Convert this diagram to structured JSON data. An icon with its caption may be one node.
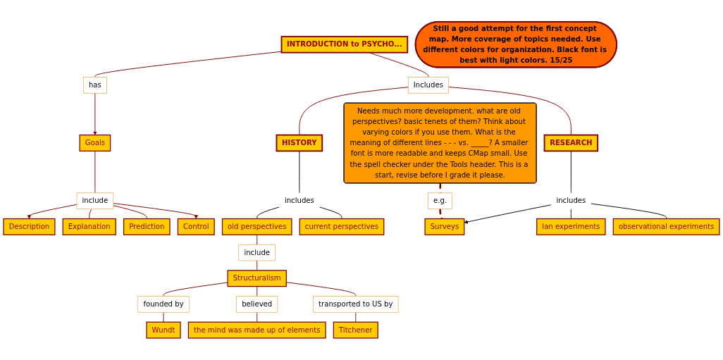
{
  "diagram": {
    "nodes": [
      {
        "text": [
          "Needs much more development. what are old perspectives? basic tenets of them? Think about varying colors if you use them. What is the meaning of different lines - - - vs. _____? A smaller font is more readable and keeps CMap small. Use the spell checker under the Tools header. This is a start, revise before I grade it please."
        ]
      },
      {
        "text": [
          "INTRODUCTION to PSYCHO..."
        ]
      },
      {
        "text": [
          "has"
        ]
      },
      {
        "text": [
          "Goals"
        ]
      },
      {
        "text": [
          "include"
        ]
      },
      {
        "text": [
          "Description"
        ]
      },
      {
        "text": [
          "Explanation"
        ]
      },
      {
        "text": [
          "Prediction"
        ]
      },
      {
        "text": [
          "Control"
        ]
      },
      {
        "text": [
          "Includes"
        ]
      },
      {
        "text": [
          "RESEARCH"
        ]
      },
      {
        "text": [
          "HISTORY"
        ]
      },
      {
        "text": [
          "Still a good attempt for the first concept map. More coverage of topics needed. Use different colors for organization. Black font is best with light colors. 15/25"
        ]
      },
      {
        "text": [
          "e.g."
        ]
      },
      {
        "text": [
          "includes"
        ]
      },
      {
        "text": [
          "includes"
        ]
      },
      {
        "text": [
          "old perspectives"
        ]
      },
      {
        "text": [
          "current perspectives"
        ]
      },
      {
        "text": [
          "Surveys"
        ]
      },
      {
        "text": [
          "lan experiments"
        ]
      },
      {
        "text": [
          "observational experiments"
        ]
      },
      {
        "text": [
          "include"
        ]
      },
      {
        "text": [
          "Structuralism"
        ]
      },
      {
        "text": [
          "founded by"
        ]
      },
      {
        "text": [
          "believed"
        ]
      },
      {
        "text": [
          "transported to US by"
        ]
      },
      {
        "text": [
          "Wundt"
        ]
      },
      {
        "text": [
          "the mind was made up of elements"
        ]
      },
      {
        "text": [
          "Titchener"
        ]
      }
    ],
    "edges": [
      {
        "from": 1,
        "to": 2,
        "arrow": "none"
      },
      {
        "from": 2,
        "to": 3,
        "arrow": "to"
      },
      {
        "from": 3,
        "to": 4,
        "arrow": "none"
      },
      {
        "from": 4,
        "to": 5,
        "arrow": "to"
      },
      {
        "from": 4,
        "to": 6,
        "arrow": "none"
      },
      {
        "from": 4,
        "to": 7,
        "arrow": "none"
      },
      {
        "from": 4,
        "to": 8,
        "arrow": "to"
      },
      {
        "from": 1,
        "to": 9,
        "arrow": "none"
      },
      {
        "from": 9,
        "to": 10,
        "arrow": "none"
      },
      {
        "from": 9,
        "to": 11,
        "arrow": "none"
      },
      {
        "from": 0,
        "to": 13,
        "arrow": "none",
        "style": "dashed"
      },
      {
        "from": 13,
        "to": 18,
        "arrow": "none",
        "style": "dashed"
      },
      {
        "from": 10,
        "to": 14,
        "arrow": "none",
        "color": "#000000"
      },
      {
        "from": 14,
        "to": 18,
        "arrow": "to",
        "color": "#000000"
      },
      {
        "from": 14,
        "to": 20,
        "arrow": "none",
        "color": "#000000"
      },
      {
        "from": 14,
        "to": 19,
        "arrow": "none",
        "color": "#000000"
      },
      {
        "from": 11,
        "to": 15,
        "arrow": "none",
        "color": "#000000"
      },
      {
        "from": 15,
        "to": 16,
        "arrow": "none",
        "color": "#000000"
      },
      {
        "from": 15,
        "to": 17,
        "arrow": "none",
        "color": "#000000"
      },
      {
        "from": 16,
        "to": 21,
        "arrow": "none"
      },
      {
        "from": 21,
        "to": 22,
        "arrow": "none"
      },
      {
        "from": 22,
        "to": 23,
        "arrow": "none"
      },
      {
        "from": 23,
        "to": 26,
        "arrow": "none"
      },
      {
        "from": 22,
        "to": 24,
        "arrow": "none"
      },
      {
        "from": 24,
        "to": 27,
        "arrow": "none"
      },
      {
        "from": 22,
        "to": 25,
        "arrow": "none"
      },
      {
        "from": 25,
        "to": 28,
        "arrow": "none"
      }
    ]
  }
}
